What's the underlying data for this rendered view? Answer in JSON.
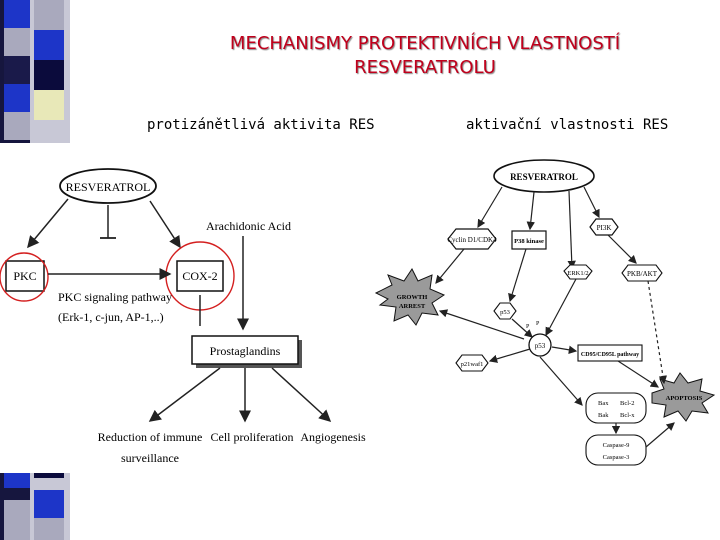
{
  "title": {
    "line1": "MECHANISMY PROTEKTIVNÍCH VLASTNOSTÍ",
    "line2": "RESVERATROLU"
  },
  "left_subtitle": "protizánětlivá aktivita RES",
  "right_subtitle": "aktivační vlastnosti RES",
  "left_diagram": {
    "resveratrol": "RESVERATROL",
    "arachidonic": "Arachidonic Acid",
    "pkc": "PKC",
    "cox2": "COX-2",
    "pkc_pathway_line1": "PKC signaling pathway",
    "pkc_pathway_line2": "(Erk-1, c-jun, AP-1,..)",
    "prostaglandins": "Prostaglandins",
    "immune_line1": "Reduction of immune",
    "immune_line2": "surveillance",
    "cell_prolif": "Cell proliferation",
    "angiogenesis": "Angiogenesis"
  },
  "right_diagram": {
    "resveratrol": "RESVERATROL",
    "cyclin": "Cyclin D1/CDK4",
    "p38": "P38 kinase",
    "pi3k": "PI3K",
    "erk": "ERK1/2",
    "pkb": "PKB/AKT",
    "growth_line1": "GROWTH",
    "growth_line2": "ARREST",
    "p53_small": "p53",
    "p53": "p53",
    "p21": "p21waf1",
    "cd95": "CD95/CD95L pathway",
    "apoptosis": "APOPTOSIS",
    "bax": "Bax",
    "bak": "Bak",
    "bcl2": "Bcl-2",
    "bclx": "Bcl-x",
    "casp9": "Caspase-9",
    "casp3": "Caspase-3",
    "phospho": "P"
  },
  "colors": {
    "title": "#c0001c",
    "highlight_circle": "#d42020",
    "stripe_blue": "#1d35c8",
    "stripe_dark": "#0a0a3a",
    "stripe_grey": "#a4a4b8"
  }
}
